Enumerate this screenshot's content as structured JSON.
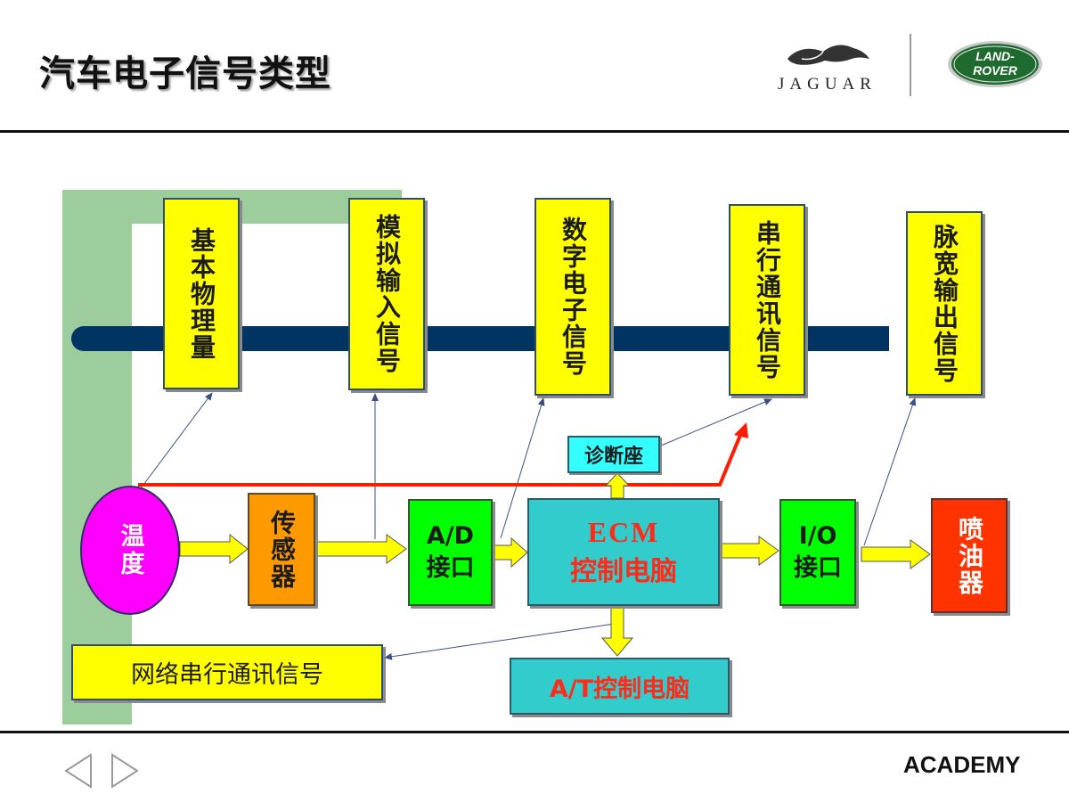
{
  "title": "汽车电子信号类型",
  "brand": {
    "jaguar": "JAGUAR",
    "landrover_line1": "LAND-",
    "landrover_line2": "ROVER"
  },
  "signal_types": [
    {
      "label": "基本物理量"
    },
    {
      "label": "模拟输入信号"
    },
    {
      "label": "数字电子信号"
    },
    {
      "label": "串行通讯信号"
    },
    {
      "label": "脉宽输出信号"
    }
  ],
  "flow": {
    "temperature": "温度",
    "sensor": "传感器",
    "ad_interface": "A/D\n接口",
    "ecm_line1": "ECM",
    "ecm_line2": "控制电脑",
    "io_interface": "I/O\n接口",
    "injector": "喷油器",
    "diagnostic": "诊断座",
    "at_ecu": "A/T控制电脑",
    "network_serial": "网络串行通讯信号"
  },
  "footer": {
    "academy": "ACADEMY",
    "prev_icon": "triangle-left-icon",
    "next_icon": "triangle-right-icon"
  },
  "colors": {
    "navy_bar": "#003463",
    "green_band": "#9dcc9d",
    "yellow": "#ffff00",
    "magenta": "#ff00ff",
    "orange": "#ff9900",
    "green": "#00ff00",
    "teal": "#33cccc",
    "red": "#ff3300",
    "cyan": "#33ffff"
  }
}
